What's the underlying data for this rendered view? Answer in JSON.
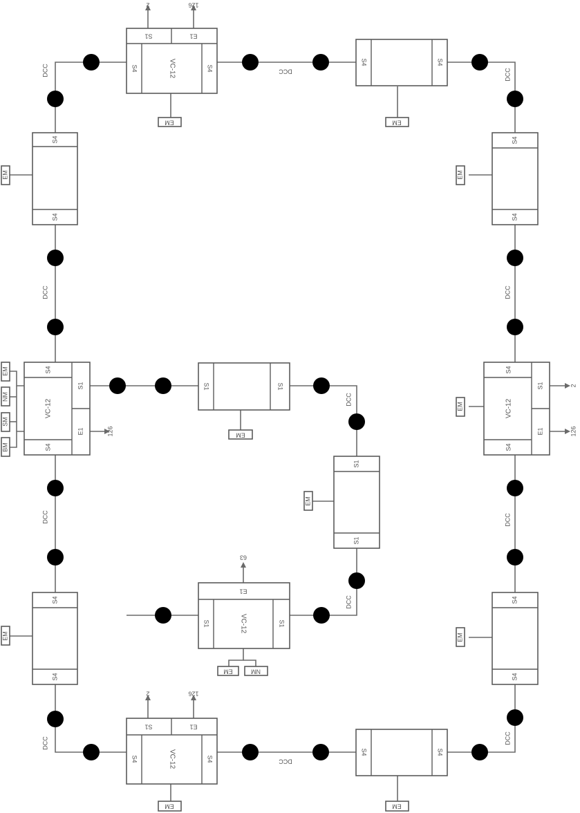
{
  "labels": {
    "s4": "S4",
    "s1": "S1",
    "e1": "E1",
    "vc12": "VC-12",
    "dcc": "DCC",
    "em": "EM",
    "nm": "NM",
    "sm": "SM",
    "bm": "BM",
    "n2": "2",
    "n126": "126",
    "n63": "63"
  }
}
